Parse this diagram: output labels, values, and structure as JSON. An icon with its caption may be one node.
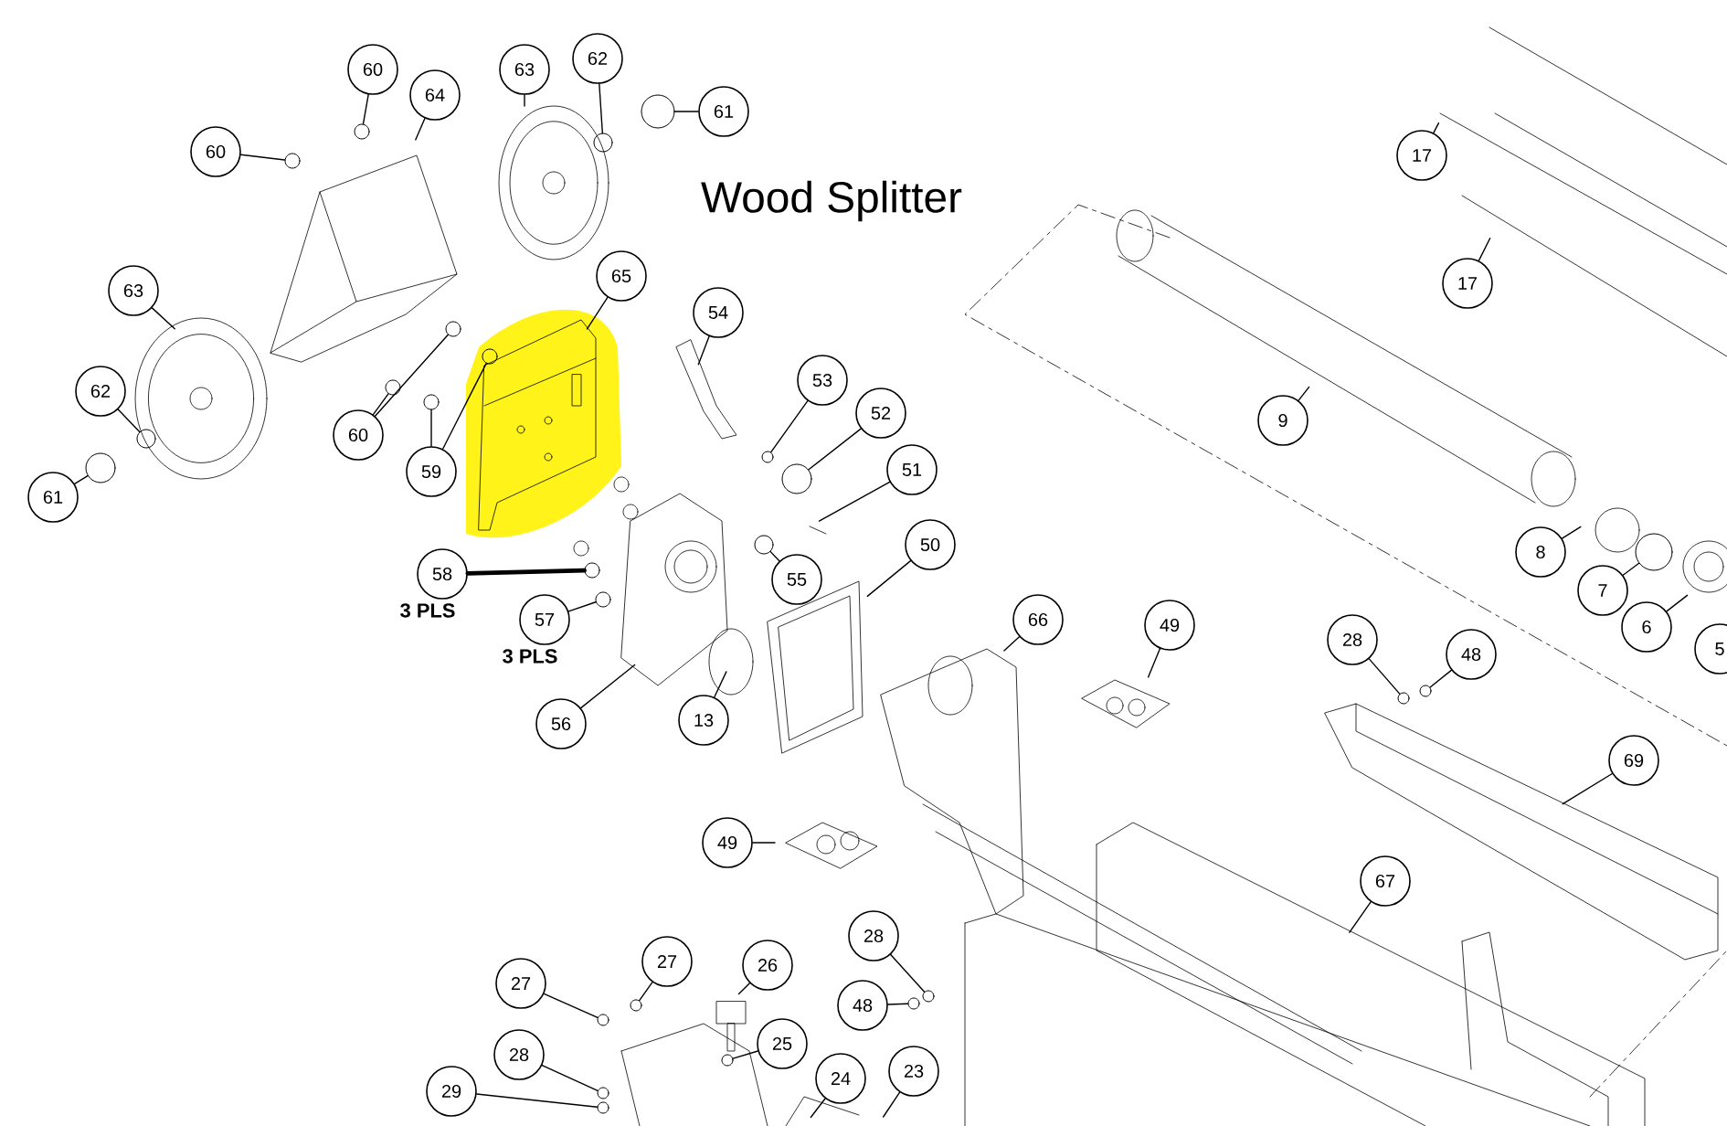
{
  "diagram": {
    "title": "Wood Splitter",
    "nodes": [
      {
        "text": [
          "60"
        ]
      },
      {
        "text": [
          "64"
        ]
      },
      {
        "text": [
          "63"
        ]
      },
      {
        "text": [
          "62"
        ]
      },
      {
        "text": [
          "61"
        ]
      },
      {
        "text": [
          "60"
        ]
      },
      {
        "text": [
          "63"
        ]
      },
      {
        "text": [
          "62"
        ]
      },
      {
        "text": [
          "61"
        ]
      },
      {
        "text": [
          "60"
        ]
      },
      {
        "text": [
          "59"
        ]
      },
      {
        "text": [
          "65"
        ]
      },
      {
        "text": [
          "54"
        ]
      },
      {
        "text": [
          "53"
        ]
      },
      {
        "text": [
          "52"
        ]
      },
      {
        "text": [
          "51"
        ]
      },
      {
        "text": [
          "50"
        ]
      },
      {
        "text": [
          "55"
        ]
      },
      {
        "text": [
          "58"
        ],
        "beside": [
          "3 PLS"
        ]
      },
      {
        "text": [
          "57"
        ],
        "beside": [
          "3 PLS"
        ]
      },
      {
        "text": [
          "56"
        ]
      },
      {
        "text": [
          "13"
        ]
      },
      {
        "text": [
          "66"
        ]
      },
      {
        "text": [
          "49"
        ]
      },
      {
        "text": [
          "49"
        ]
      },
      {
        "text": [
          "28"
        ]
      },
      {
        "text": [
          "48"
        ]
      },
      {
        "text": [
          "69"
        ]
      },
      {
        "text": [
          "67"
        ]
      },
      {
        "text": [
          "28"
        ]
      },
      {
        "text": [
          "48"
        ]
      },
      {
        "text": [
          "27"
        ]
      },
      {
        "text": [
          "27"
        ]
      },
      {
        "text": [
          "26"
        ]
      },
      {
        "text": [
          "25"
        ]
      },
      {
        "text": [
          "28"
        ]
      },
      {
        "text": [
          "29"
        ]
      },
      {
        "text": [
          "24"
        ]
      },
      {
        "text": [
          "23"
        ]
      },
      {
        "text": [
          "9"
        ]
      },
      {
        "text": [
          "17"
        ]
      },
      {
        "text": [
          "17"
        ]
      },
      {
        "text": [
          "8"
        ]
      },
      {
        "text": [
          "7"
        ]
      },
      {
        "text": [
          "6"
        ]
      },
      {
        "text": [
          "5"
        ]
      },
      {
        "text": [],
        "shape": "circle"
      },
      {
        "text": [],
        "shape": "circle"
      },
      {
        "text": [],
        "shape": "circle"
      },
      {
        "text": [],
        "shape": "circle"
      },
      {
        "text": [],
        "shape": "circle"
      },
      {
        "text": [],
        "shape": "circle"
      },
      {
        "text": [],
        "shape": "circle"
      },
      {
        "text": [],
        "shape": "circle"
      },
      {
        "text": [],
        "shape": "circle"
      },
      {
        "text": [],
        "shape": "circle"
      },
      {
        "text": [],
        "shape": "circle"
      },
      {
        "text": [],
        "shape": "circle"
      },
      {
        "text": [],
        "shape": "circle"
      },
      {
        "text": [],
        "shape": "circle"
      },
      {
        "text": [],
        "shape": "circle"
      },
      {
        "text": [],
        "shape": "circle"
      },
      {
        "text": [],
        "shape": "circle"
      },
      {
        "text": [],
        "shape": "circle"
      },
      {
        "text": [],
        "shape": "circle"
      },
      {
        "text": [],
        "shape": "circle"
      },
      {
        "text": [],
        "shape": "circle"
      },
      {
        "text": [],
        "shape": "circle"
      },
      {
        "text": [],
        "shape": "circle"
      },
      {
        "text": [],
        "shape": "circle"
      },
      {
        "text": [],
        "shape": "circle"
      }
    ],
    "edges": [
      {
        "from": 0,
        "to": 46,
        "arrow": "none"
      },
      {
        "from": 1,
        "to": null,
        "arrow": "none"
      },
      {
        "from": 2,
        "to": null,
        "arrow": "none"
      },
      {
        "from": 3,
        "to": 47,
        "arrow": "none"
      },
      {
        "from": 4,
        "to": 48,
        "arrow": "none"
      },
      {
        "from": 5,
        "to": 49,
        "arrow": "none"
      },
      {
        "from": 6,
        "to": null,
        "arrow": "none"
      },
      {
        "from": 7,
        "to": 50,
        "arrow": "none"
      },
      {
        "from": 8,
        "to": 51,
        "arrow": "none"
      },
      {
        "from": 9,
        "to": 52,
        "arrow": "none"
      },
      {
        "from": 9,
        "to": 53,
        "arrow": "none"
      },
      {
        "from": 10,
        "to": 54,
        "arrow": "none"
      },
      {
        "from": 10,
        "to": 55,
        "arrow": "none"
      },
      {
        "from": 11,
        "to": null,
        "arrow": "none"
      },
      {
        "from": 12,
        "to": null,
        "arrow": "none"
      },
      {
        "from": 13,
        "to": 56,
        "arrow": "none"
      },
      {
        "from": 14,
        "to": 57,
        "arrow": "none"
      },
      {
        "from": 15,
        "to": null,
        "arrow": "none"
      },
      {
        "from": 16,
        "to": null,
        "arrow": "none"
      },
      {
        "from": 17,
        "to": 58,
        "arrow": "none"
      },
      {
        "from": 18,
        "to": 59,
        "arrow": "none",
        "style": "thick"
      },
      {
        "from": 19,
        "to": 60,
        "arrow": "none"
      },
      {
        "from": 20,
        "to": null,
        "arrow": "none"
      },
      {
        "from": 21,
        "to": null,
        "arrow": "none"
      },
      {
        "from": 22,
        "to": null,
        "arrow": "none"
      },
      {
        "from": 23,
        "to": null,
        "arrow": "none"
      },
      {
        "from": 24,
        "to": null,
        "arrow": "none"
      },
      {
        "from": 25,
        "to": 61,
        "arrow": "none"
      },
      {
        "from": 26,
        "to": 62,
        "arrow": "none"
      },
      {
        "from": 27,
        "to": null,
        "arrow": "none"
      },
      {
        "from": 28,
        "to": null,
        "arrow": "none"
      },
      {
        "from": 29,
        "to": 63,
        "arrow": "none"
      },
      {
        "from": 30,
        "to": 64,
        "arrow": "none"
      },
      {
        "from": 31,
        "to": 65,
        "arrow": "none"
      },
      {
        "from": 32,
        "to": 66,
        "arrow": "none"
      },
      {
        "from": 33,
        "to": null,
        "arrow": "none"
      },
      {
        "from": 34,
        "to": 67,
        "arrow": "none"
      },
      {
        "from": 35,
        "to": 68,
        "arrow": "none"
      },
      {
        "from": 36,
        "to": 69,
        "arrow": "none"
      },
      {
        "from": 37,
        "to": null,
        "arrow": "none"
      },
      {
        "from": 38,
        "to": null,
        "arrow": "none"
      },
      {
        "from": 39,
        "to": null,
        "arrow": "none"
      },
      {
        "from": 40,
        "to": null,
        "arrow": "none"
      },
      {
        "from": 41,
        "to": null,
        "arrow": "none"
      },
      {
        "from": 42,
        "to": null,
        "arrow": "none"
      },
      {
        "from": 43,
        "to": 70,
        "arrow": "none"
      },
      {
        "from": 44,
        "to": null,
        "arrow": "none"
      }
    ]
  }
}
